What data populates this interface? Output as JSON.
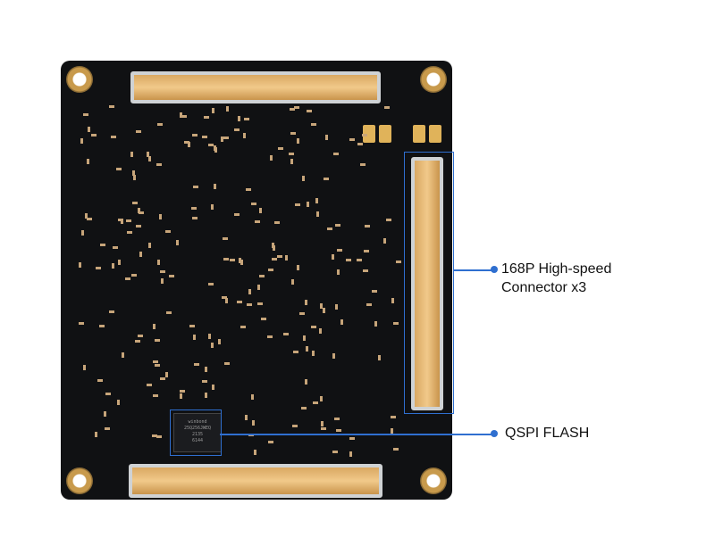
{
  "callouts": {
    "connector_line1": "168P High-speed",
    "connector_line2": "Connector x3",
    "flash": "QSPI FLASH"
  },
  "chip": {
    "brand": "winbond",
    "part": "25Q256JWEQ",
    "lot1": "2135",
    "lot2": "6144"
  },
  "colors": {
    "accent": "#2f6fd0",
    "board": "#101113",
    "gold": "#e0b35a"
  }
}
